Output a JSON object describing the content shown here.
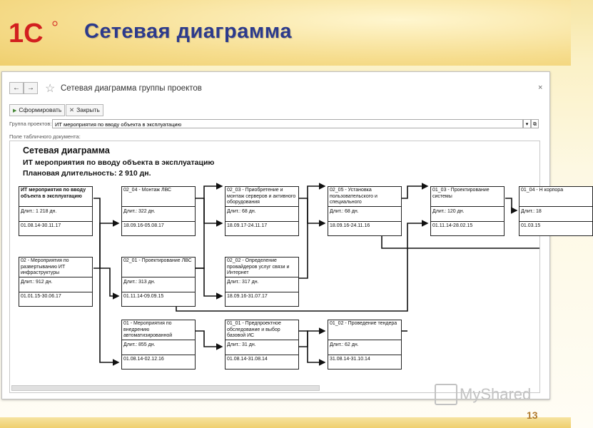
{
  "slide": {
    "title": "Сетевая диаграмма",
    "page_number": "13",
    "watermark": "MyShared",
    "logo_text": "1С",
    "colors": {
      "title": "#2c3a8c",
      "logo": "#d21f1f",
      "page_number": "#b0792b"
    }
  },
  "window": {
    "title": "Сетевая диаграмма группы проектов",
    "close": "×",
    "back": "←",
    "forward": "→",
    "toolbar": {
      "generate_label": "Сформировать",
      "close_label": "Закрыть"
    },
    "group_label": "Группа проектов:",
    "group_value": "ИТ мероприятия по вводу объекта в эксплуатацию",
    "doc_field_label": "Поле табличного документа:"
  },
  "diagram": {
    "title": "Сетевая диаграмма",
    "subtitle": "ИТ мероприятия по вводу объекта в эксплуатацию",
    "duration": "Плановая длительность: 2 910 дн.",
    "nodes": [
      {
        "name": "ИТ мероприятия по вводу объекта в эксплуатацию",
        "dur": "Длит.: 1 218 дн.",
        "dates": "01.08.14-30.11.17"
      },
      {
        "name": "02 - Мероприятия по развертыванию ИТ инфраструктуры",
        "dur": "Длит.: 912 дн.",
        "dates": "01.01.15-30.06.17"
      },
      {
        "name": "02_04 - Монтаж ЛВС",
        "dur": "Длит.: 322 дн.",
        "dates": "18.09.16-05.08.17"
      },
      {
        "name": "02_01 - Проектирование ЛВС",
        "dur": "Длит.: 313 дн.",
        "dates": "01.11.14-09.09.15"
      },
      {
        "name": "01 - Мероприятия по внедрению автоматизированной",
        "dur": "Длит.: 855 дн.",
        "dates": "01.08.14-02.12.16"
      },
      {
        "name": "02_03 - Приобретение и монтаж серверов и активного оборудования",
        "dur": "Длит.: 68 дн.",
        "dates": "18.09.17-24.11.17"
      },
      {
        "name": "02_02 - Определение провайдеров услуг связи и Интернет",
        "dur": "Длит.: 317 дн.",
        "dates": "18.09.16-31.07.17"
      },
      {
        "name": "01_01 - Предпроектное обследование и выбор базовой ИС",
        "dur": "Длит.: 31 дн.",
        "dates": "01.08.14-31.08.14"
      },
      {
        "name": "02_05 - Установка пользовательского и специального",
        "dur": "Длит.: 68 дн.",
        "dates": "18.09.16-24.11.16"
      },
      {
        "name": "01_02 - Проведение тендера",
        "dur": "Длит.: 62 дн.",
        "dates": "31.08.14-31.10.14"
      },
      {
        "name": "01_03 - Проектирование системы",
        "dur": "Длит.: 120 дн.",
        "dates": "01.11.14-28.02.15"
      },
      {
        "name": "01_04 - Н корпора",
        "dur": "Длит.: 18",
        "dates": "01.03.15"
      }
    ]
  }
}
